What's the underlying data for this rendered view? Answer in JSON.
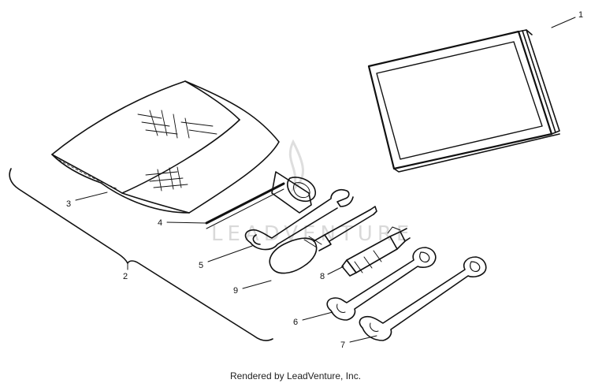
{
  "diagram": {
    "callouts": [
      "1",
      "2",
      "3",
      "4",
      "5",
      "6",
      "7",
      "8",
      "9"
    ],
    "watermark": "LEADVENTURE"
  },
  "footer": {
    "credit": "Rendered by LeadVenture, Inc."
  }
}
